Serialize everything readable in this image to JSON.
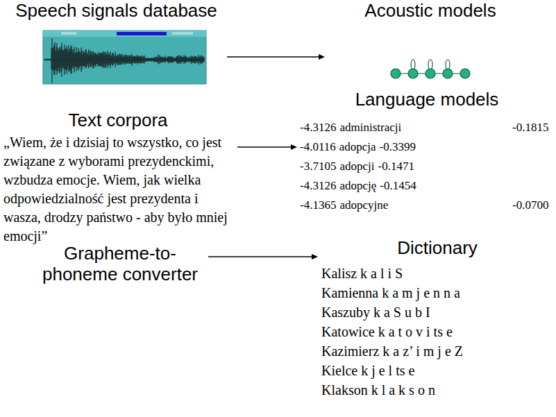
{
  "diagram": {
    "nodes": [
      {
        "text": [
          "Speech signals database"
        ]
      },
      {
        "text": [
          "Acoustic models"
        ]
      },
      {
        "text": [
          "Text corpora",
          "„Wiem, że i dzisiaj to wszystko, co jest związane z wyborami prezydenckimi, wzbudza emocje. Wiem, jak wielka odpowiedzialność jest prezydenta i wasza, drodzy państwo - aby było mniej emocji”"
        ]
      },
      {
        "text": [
          "Language models",
          "-4.3126",
          "administracji",
          "-0.1815",
          "-4.0116",
          "adopcja",
          "-0.3399",
          "-3.7105",
          "adopcji",
          "-0.1471",
          "-4.3126",
          "adopcję",
          "-0.1454",
          "-4.1365",
          "adopcyjne",
          "-0.0700"
        ]
      },
      {
        "text": [
          "Grapheme-to- phoneme converter"
        ]
      },
      {
        "text": [
          "Dictionary",
          "Kalisz k a l i S",
          "Kamienna k a m j e n n a",
          "Kaszuby k a S u b I",
          "Katowice k a t o v i ts e",
          "Kazimierz k a z’ i m j e Z",
          "Kielce k j e l ts e",
          "Klakson k l a k s o n"
        ]
      }
    ],
    "edges": [
      {
        "from": 0,
        "to": 1,
        "arrow": "to"
      },
      {
        "from": 2,
        "to": 3,
        "arrow": "to"
      },
      {
        "from": 4,
        "to": 5,
        "arrow": "to"
      }
    ]
  }
}
